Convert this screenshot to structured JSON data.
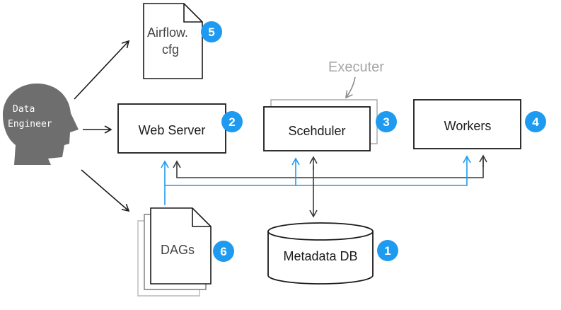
{
  "colors": {
    "accent": "#1e9bf0",
    "ink": "#1a1a1a",
    "muted": "#a6a6a6",
    "head": "#6e6e6e"
  },
  "engineer": {
    "line1": "Data",
    "line2": "Engineer",
    "icon": "head-silhouette-icon"
  },
  "airflow_cfg": {
    "line1": "Airflow.",
    "line2": "cfg",
    "badge": "5",
    "icon": "document-icon"
  },
  "web_server": {
    "label": "Web Server",
    "badge": "2"
  },
  "scheduler": {
    "label": "Scehduler",
    "badge": "3"
  },
  "executer": {
    "label": "Executer"
  },
  "workers": {
    "label": "Workers",
    "badge": "4"
  },
  "dags": {
    "label": "DAGs",
    "badge": "6",
    "icon": "stacked-documents-icon"
  },
  "metadata_db": {
    "label": "Metadata DB",
    "badge": "1",
    "icon": "database-cylinder-icon"
  }
}
